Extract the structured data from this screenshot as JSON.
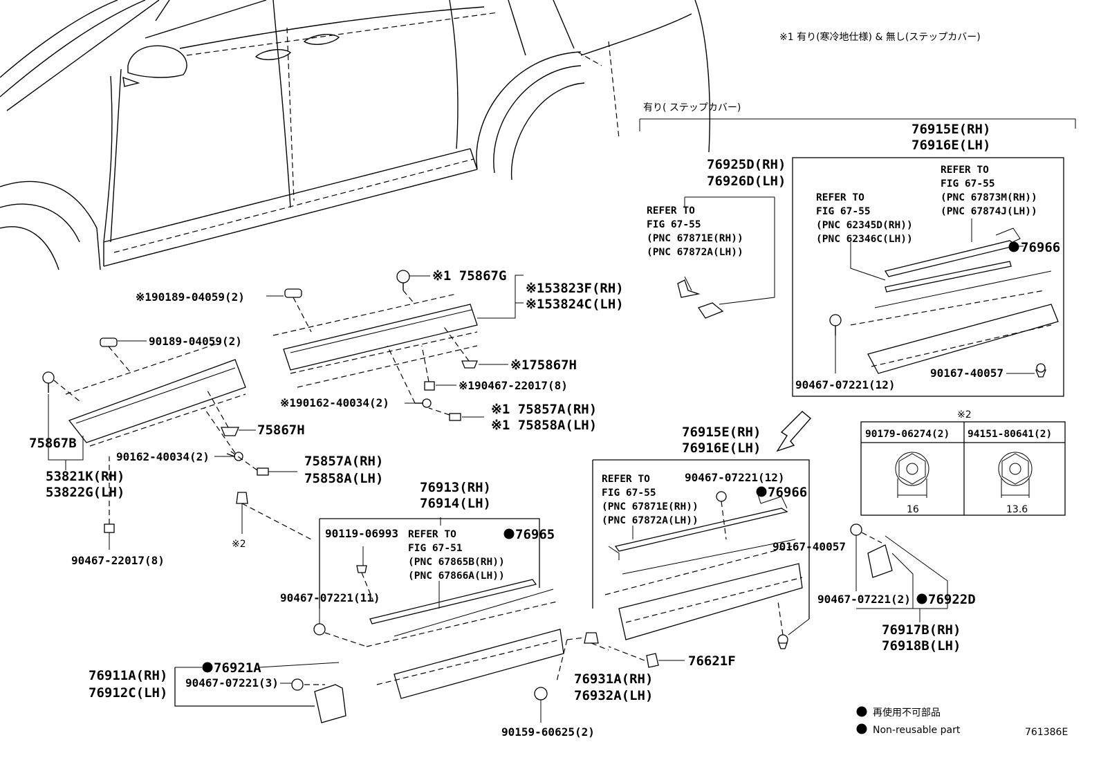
{
  "notes": {
    "note1": "※1 有り(寒冷地仕様) & 無し(ステップカバー)",
    "step_cover_with": "有り( ステップカバー)",
    "note2_marker": "※2",
    "note2_left": "※2",
    "diagram_id": "761386E"
  },
  "legend": {
    "jp": "再使用不可部品",
    "en": "Non-reusable part"
  },
  "labels": {
    "l75867g": "※1 75867G",
    "l53823f": "※153823F(RH)",
    "l53824c": "※153824C(LH)",
    "l90189a": "※190189-04059(2)",
    "l90189b": "90189-04059(2)",
    "l75867h_a": "※175867H",
    "l90467_22017a": "※190467-22017(8)",
    "l90162a": "※190162-40034(2)",
    "l75857a_a": "※1 75857A(RH)",
    "l75858a_a": "※1 75858A(LH)",
    "l75867b": "75867B",
    "l75867h_b": "75867H",
    "l90162b": "90162-40034(2)",
    "l75857a_b": "75857A(RH)",
    "l75858a_b": "75858A(LH)",
    "l53821k": "53821K(RH)",
    "l53822g": "53822G(LH)",
    "l90467_22017b": "90467-22017(8)",
    "l76925d": "76925D(RH)",
    "l76926d": "76926D(LH)",
    "refer1": [
      "REFER TO",
      "FIG 67-55",
      "(PNC 67871E(RH))",
      "(PNC 67872A(LH))"
    ],
    "l76915e_a": "76915E(RH)",
    "l76916e_a": "76916E(LH)",
    "refer2": [
      "REFER TO",
      "FIG 67-55",
      "(PNC 62345D(RH))",
      "(PNC 62346C(LH))"
    ],
    "refer3": [
      "REFER TO",
      "FIG 67-55",
      "(PNC 67873M(RH))",
      "(PNC 67874J(LH))"
    ],
    "l76966_a": "76966",
    "l90467_07221_12a": "90467-07221(12)",
    "l90167_40057a": "90167-40057",
    "l90179": "90179-06274(2)",
    "l94151": "94151-80641(2)",
    "dim16": "16",
    "dim136": "13.6",
    "l76915e_b": "76915E(RH)",
    "l76916e_b": "76916E(LH)",
    "refer4": [
      "REFER TO",
      "FIG 67-55",
      "(PNC 67871E(RH))",
      "(PNC 67872A(LH))"
    ],
    "l90467_07221_12b": "90467-07221(12)",
    "l76966_b": "76966",
    "l90167_40057b": "90167-40057",
    "l76913": "76913(RH)",
    "l76914": "76914(LH)",
    "l90119": "90119-06993",
    "refer5": [
      "REFER TO",
      "FIG 67-51",
      "(PNC 67865B(RH))",
      "(PNC 67866A(LH))"
    ],
    "l76965": "76965",
    "l90467_07221_11": "90467-07221(11)",
    "l76911a": "76911A(RH)",
    "l76912c": "76912C(LH)",
    "l76921a": "76921A",
    "l90467_07221_3": "90467-07221(3)",
    "l76931a": "76931A(RH)",
    "l76932a": "76932A(LH)",
    "l76621f": "76621F",
    "l90159": "90159-60625(2)",
    "l90467_07221_2": "90467-07221(2)",
    "l76922d": "76922D",
    "l76917b": "76917B(RH)",
    "l76918b": "76918B(LH)"
  }
}
